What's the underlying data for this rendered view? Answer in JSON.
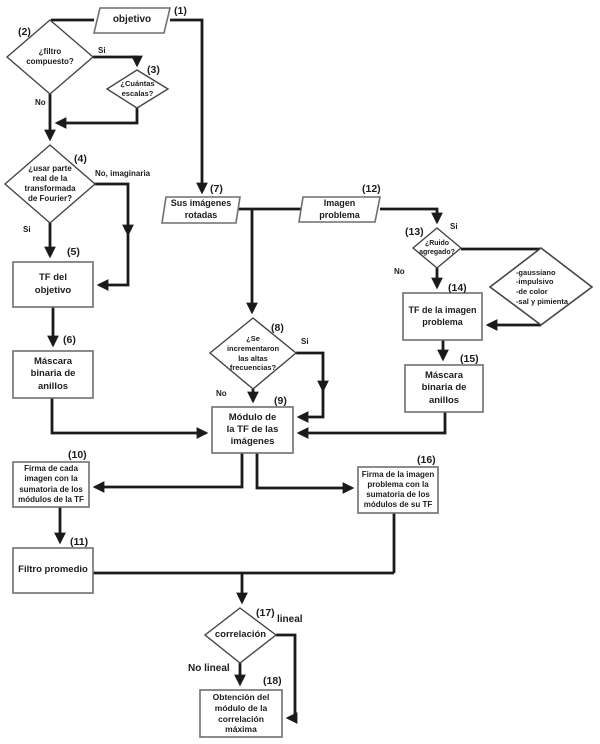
{
  "diagram": {
    "nodes": {
      "objetivo": "objetivo",
      "filtro_compuesto": "¿filtro\ncompuesto?",
      "cuantas_escalas": "¿Cuántas\nescalas?",
      "usar_parte_real": "¿usar parte\nreal de la\ntransformada\nde Fourier?",
      "tf_del_objetivo": "TF del\nobjetivo",
      "mascara_binaria_izq": "Máscara\nbinaria de\nanillos",
      "sus_imagenes_rotadas": "Sus imágenes\nrotadas",
      "se_incrementaron": "¿Se\nincrementaron\nlas altas\nfrecuencias?",
      "modulo_tf": "Módulo de\nla TF de las\nimágenes",
      "firma_cada_imagen": "Firma de cada\nimagen con la\nsumatoria de los\nmódulos de la TF",
      "filtro_promedio": "Filtro promedio",
      "imagen_problema": "Imagen\nproblema",
      "ruido_agregado": "¿Ruido\nagregado?",
      "tf_imagen_problema": "TF de la imagen\nproblema",
      "mascara_binaria_der": "Máscara\nbinaria de\nanillos",
      "firma_imagen_problema": "Firma de la imagen\nproblema con la\nsumatoria de los\nmódulos de su TF",
      "correlacion": "correlación",
      "obtencion_modulo": "Obtención del\nmódulo de la\ncorrelación\nmáxima",
      "tipos_ruido": "-gaussiano\n-impulsivo\n-de color\n-sal y pimienta"
    },
    "steps": {
      "s1": "(1)",
      "s2": "(2)",
      "s3": "(3)",
      "s4": "(4)",
      "s5": "(5)",
      "s6": "(6)",
      "s7": "(7)",
      "s8": "(8)",
      "s9": "(9)",
      "s10": "(10)",
      "s11": "(11)",
      "s12": "(12)",
      "s13": "(13)",
      "s14": "(14)",
      "s15": "(15)",
      "s16": "(16)",
      "s17": "(17)",
      "s18": "(18)"
    },
    "edge_labels": {
      "si_filtro": "Si",
      "no_filtro": "No",
      "no_imaginaria": "No, imaginaria",
      "si_parte_real": "Si",
      "si_frecuencias": "Si",
      "no_frecuencias": "No",
      "si_ruido": "Si",
      "no_ruido": "No",
      "lineal": "lineal",
      "no_lineal": "No lineal"
    },
    "colors": {
      "background": "#ffffff",
      "connector_line": "#1a1a1a",
      "shape_border": "#6f6f6f",
      "diamond_border": "#454545",
      "text": "#1c1c1c"
    }
  }
}
